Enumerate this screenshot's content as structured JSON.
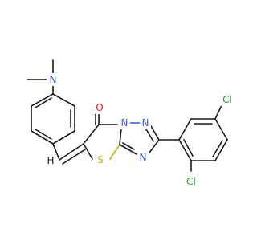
{
  "atoms": {
    "n_dimethylamino": {
      "symbol": "N",
      "color": "#3050f8"
    },
    "o_carbonyl": {
      "symbol": "O",
      "color": "#ff0d0d"
    },
    "s_thiazole": {
      "symbol": "S",
      "color": "#c8b400"
    },
    "n_bridge": {
      "symbol": "N",
      "color": "#3050f8"
    },
    "n_triazole_top": {
      "symbol": "N",
      "color": "#3050f8"
    },
    "n_triazole_bottom": {
      "symbol": "N",
      "color": "#3050f8"
    },
    "cl_para": {
      "symbol": "Cl",
      "color": "#1fa01f"
    },
    "cl_ortho": {
      "symbol": "Cl",
      "color": "#1fa01f"
    },
    "h_vinyl": {
      "symbol": "H",
      "color": "#1a1a1a"
    }
  }
}
